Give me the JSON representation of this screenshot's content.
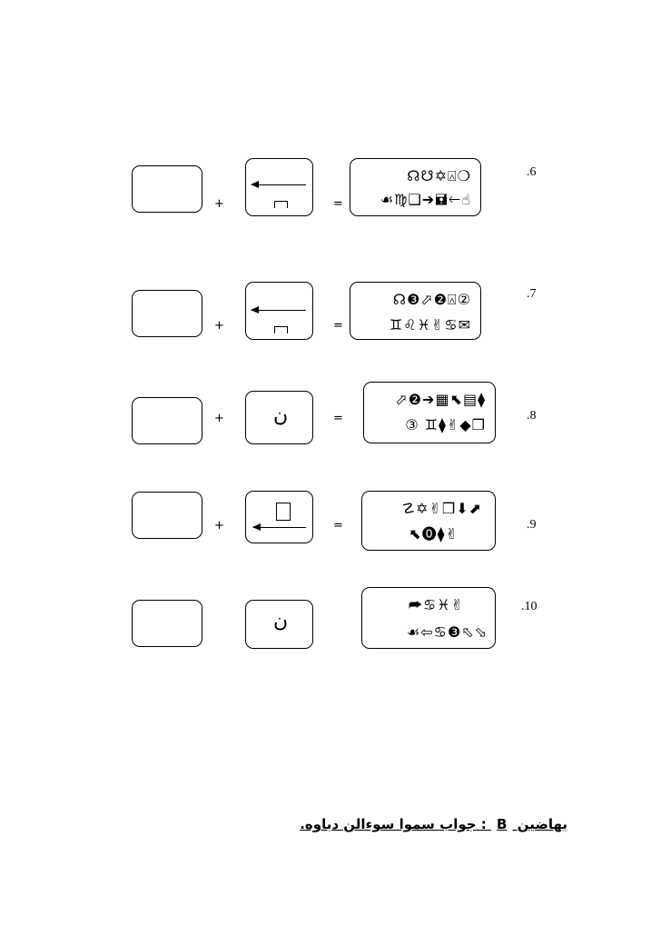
{
  "questions": [
    {
      "number": ".6",
      "mid_letter": "",
      "result_line1": "☊☋✡⍓❍",
      "result_line2": "☙♍❑➔🖬🡐☝",
      "plus": "+",
      "equals": "="
    },
    {
      "number": ".7",
      "mid_letter": "",
      "result_line1": "☊❸⬀❷⍓②",
      "result_line2": "♊♌♓✌♋✉",
      "plus": "+",
      "equals": "="
    },
    {
      "number": ".8",
      "mid_letter": "ن",
      "result_line1": "⬀❷➔▦⬉▤⧫",
      "result_line2": "③ ♊⧫✌◆❐",
      "plus": "+",
      "equals": "="
    },
    {
      "number": ".9",
      "mid_letter": "",
      "result_line1": "☡✡✌❒⬇⬈",
      "result_line2": "⬉⓿⧫✌",
      "plus": "+",
      "equals": "="
    },
    {
      "number": ".10",
      "mid_letter": "ن",
      "result_line1": "⮫♋♓✌",
      "result_line2": "☙⇦♋❸⬁⬂",
      "plus": "",
      "equals": ""
    }
  ],
  "footer": {
    "label_left": "بهاضين",
    "letter": "B",
    "text": ": جواب سمو‌ا سوءالن دباوه."
  }
}
